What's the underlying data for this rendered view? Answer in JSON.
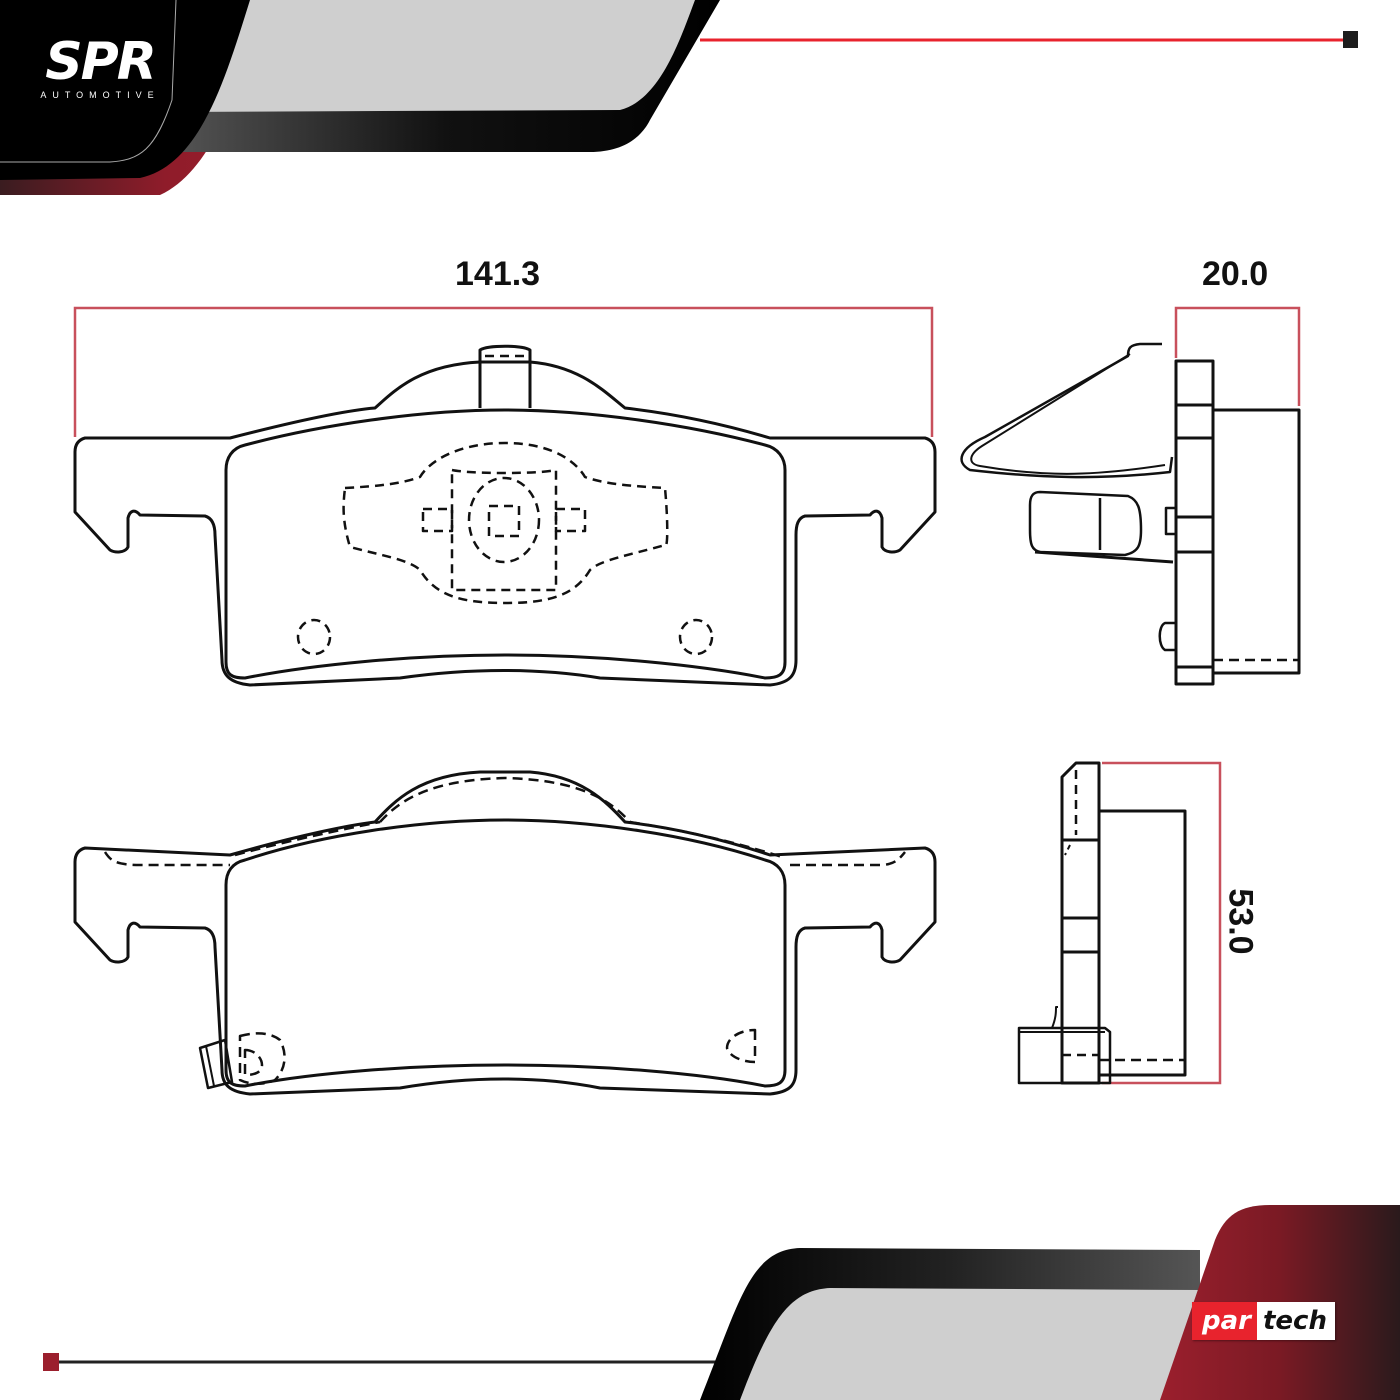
{
  "brand": {
    "top_logo": {
      "name": "SPR",
      "subtitle": "AUTOMOTIVE"
    },
    "bottom_logo": {
      "part1": "par",
      "part2": "tech"
    }
  },
  "colors": {
    "frame_red": "#e8232d",
    "brand_maroon": "#8f1c2a",
    "dimension_line": "#c8505c",
    "band_black": "#000000",
    "band_grey": "#cfcfcf",
    "outline": "#111111"
  },
  "dimensions": {
    "width": "141.3",
    "thickness": "20.0",
    "height": "53.0"
  },
  "views": [
    {
      "name": "front-view-backing-plate",
      "features": [
        "dashed-center-hub",
        "two-locator-holes",
        "top-tab"
      ]
    },
    {
      "name": "side-view-with-clip",
      "features": [
        "spring-clip",
        "friction-block"
      ]
    },
    {
      "name": "rear-view-friction-pad",
      "features": [
        "wear-sensor",
        "dashed-hump"
      ]
    },
    {
      "name": "side-view-with-sensor",
      "features": [
        "friction-block",
        "wear-sensor"
      ]
    }
  ]
}
